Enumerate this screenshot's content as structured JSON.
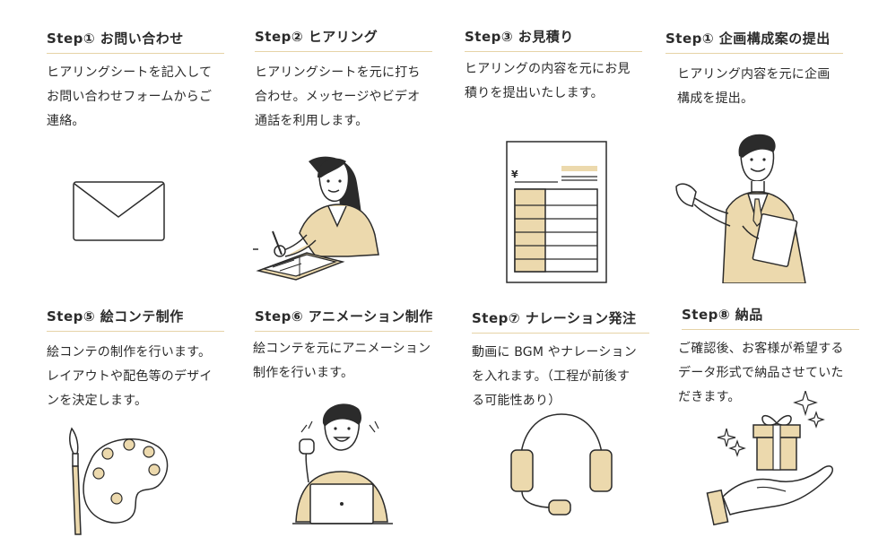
{
  "steps": [
    {
      "title": "Step① お問い合わせ",
      "lines": [
        "ヒアリングシートを記入して",
        "お問い合わせフォームからご",
        "連絡。"
      ],
      "icon": "envelope-icon"
    },
    {
      "title": "Step② ヒアリング",
      "lines": [
        "ヒアリングシートを元に打ち",
        "合わせ。メッセージやビデオ",
        "通話を利用します。"
      ],
      "icon": "woman-writing-illustration"
    },
    {
      "title": "Step③ お見積り",
      "lines": [
        "ヒアリングの内容を元にお見",
        "積りを提出いたします。"
      ],
      "icon": "estimate-document-icon",
      "yen": "¥"
    },
    {
      "title": "Step① 企画構成案の提出",
      "lines": [
        "ヒアリング内容を元に企画",
        "構成を提出。"
      ],
      "icon": "man-presenting-illustration"
    },
    {
      "title": "Step⑤ 絵コンテ制作",
      "lines": [
        "絵コンテの制作を行います。",
        "レイアウトや配色等のデザイ",
        "ンを決定します。"
      ],
      "icon": "palette-brush-icon"
    },
    {
      "title": "Step⑥ アニメーション制作",
      "lines": [
        "絵コンテを元にアニメーション",
        "制作を行います。"
      ],
      "icon": "man-laptop-illustration"
    },
    {
      "title": "Step⑦ ナレーション発注",
      "lines": [
        "動画に BGM やナレーション",
        "を入れます。（工程が前後す",
        "る可能性あり）"
      ],
      "icon": "headset-icon"
    },
    {
      "title": "Step⑧ 納品",
      "lines": [
        "ご確認後、お客様が希望する",
        "データ形式で納品させていた",
        "だきます。"
      ],
      "icon": "gift-hand-icon"
    }
  ],
  "colors": {
    "accent": "#ecd9ad",
    "line": "#2b2b2b",
    "underline": "#e6d3a7",
    "skin": "#ffffff"
  }
}
